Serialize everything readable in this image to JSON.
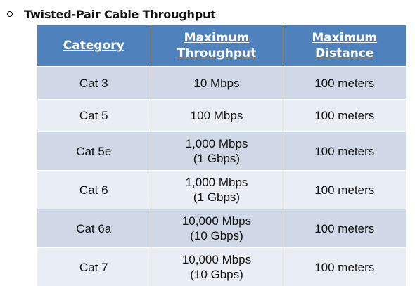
{
  "heading": {
    "bullet_icon": "circle-bullet-icon",
    "title": "Twisted-Pair Cable Throughput"
  },
  "table": {
    "headers": {
      "category": "Category",
      "throughput_line1": "Maximum",
      "throughput_line2": "Throughput",
      "distance_line1": "Maximum",
      "distance_line2": "Distance"
    },
    "rows": [
      {
        "category": "Cat 3",
        "throughput_line1": "10 Mbps",
        "throughput_line2": "",
        "distance": "100 meters"
      },
      {
        "category": "Cat 5",
        "throughput_line1": "100 Mbps",
        "throughput_line2": "",
        "distance": "100 meters"
      },
      {
        "category": "Cat 5e",
        "throughput_line1": "1,000 Mbps",
        "throughput_line2": "(1 Gbps)",
        "distance": "100 meters"
      },
      {
        "category": "Cat 6",
        "throughput_line1": "1,000 Mbps",
        "throughput_line2": "(1 Gbps)",
        "distance": "100 meters"
      },
      {
        "category": "Cat 6a",
        "throughput_line1": "10,000 Mbps",
        "throughput_line2": "(10 Gbps)",
        "distance": "100 meters"
      },
      {
        "category": "Cat 7",
        "throughput_line1": "10,000 Mbps",
        "throughput_line2": "(10 Gbps)",
        "distance": "100 meters"
      }
    ],
    "colors": {
      "header_bg": "#4f81bd",
      "row_dark": "#d0d8e8",
      "row_light": "#e9edf4"
    }
  }
}
